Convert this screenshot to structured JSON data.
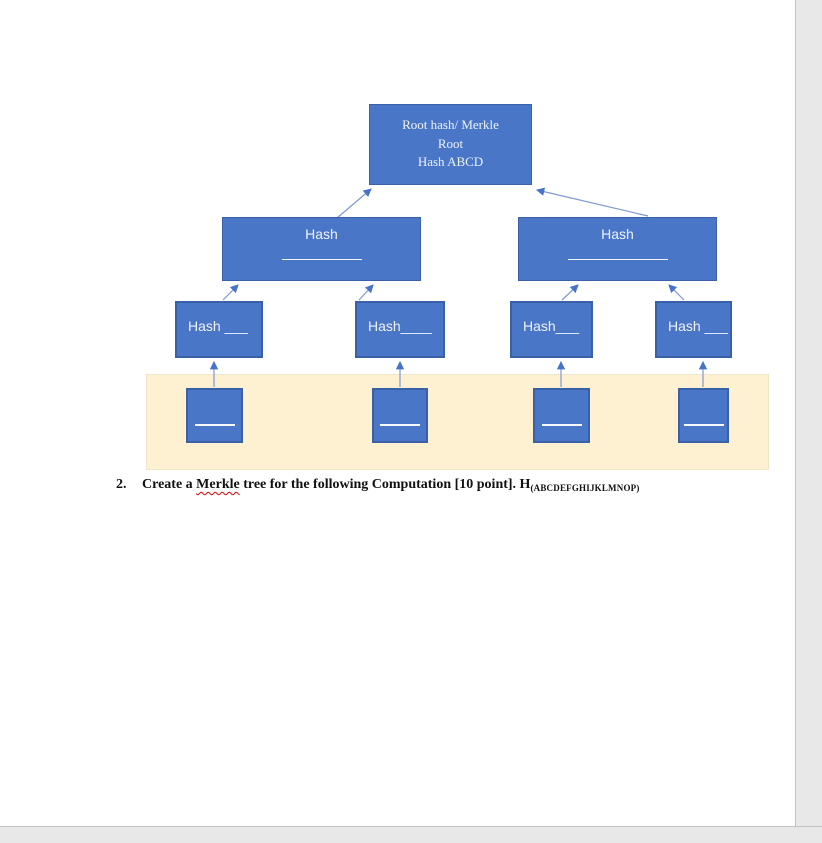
{
  "page": {
    "background": "#ffffff",
    "edge_strip_color": "#e8e8e8",
    "edge_border_color": "#c2c2c2"
  },
  "diagram": {
    "colors": {
      "box_fill": "#4a76c7",
      "box_border": "#3a61a8",
      "box_text": "#eef2f9",
      "arrow_line": "#7e97d3",
      "arrow_head": "#4573c8",
      "band_fill": "#fdf1d2"
    },
    "root_box": {
      "line1": "Root hash/ Merkle",
      "line2": "Root",
      "line3": "Hash ABCD"
    },
    "level2": [
      {
        "label": "Hash"
      },
      {
        "label": "Hash"
      }
    ],
    "level3": [
      {
        "label": "Hash ___"
      },
      {
        "label": "Hash____"
      },
      {
        "label": "Hash___"
      },
      {
        "label": "Hash ___"
      }
    ]
  },
  "question": {
    "number": "2.",
    "text_before": "Create a ",
    "misspelled_word": "Merkle",
    "text_after": " tree for the following Computation [10 point]. H",
    "subscript": "(ABCDEFGHIJKLMNOP)"
  }
}
